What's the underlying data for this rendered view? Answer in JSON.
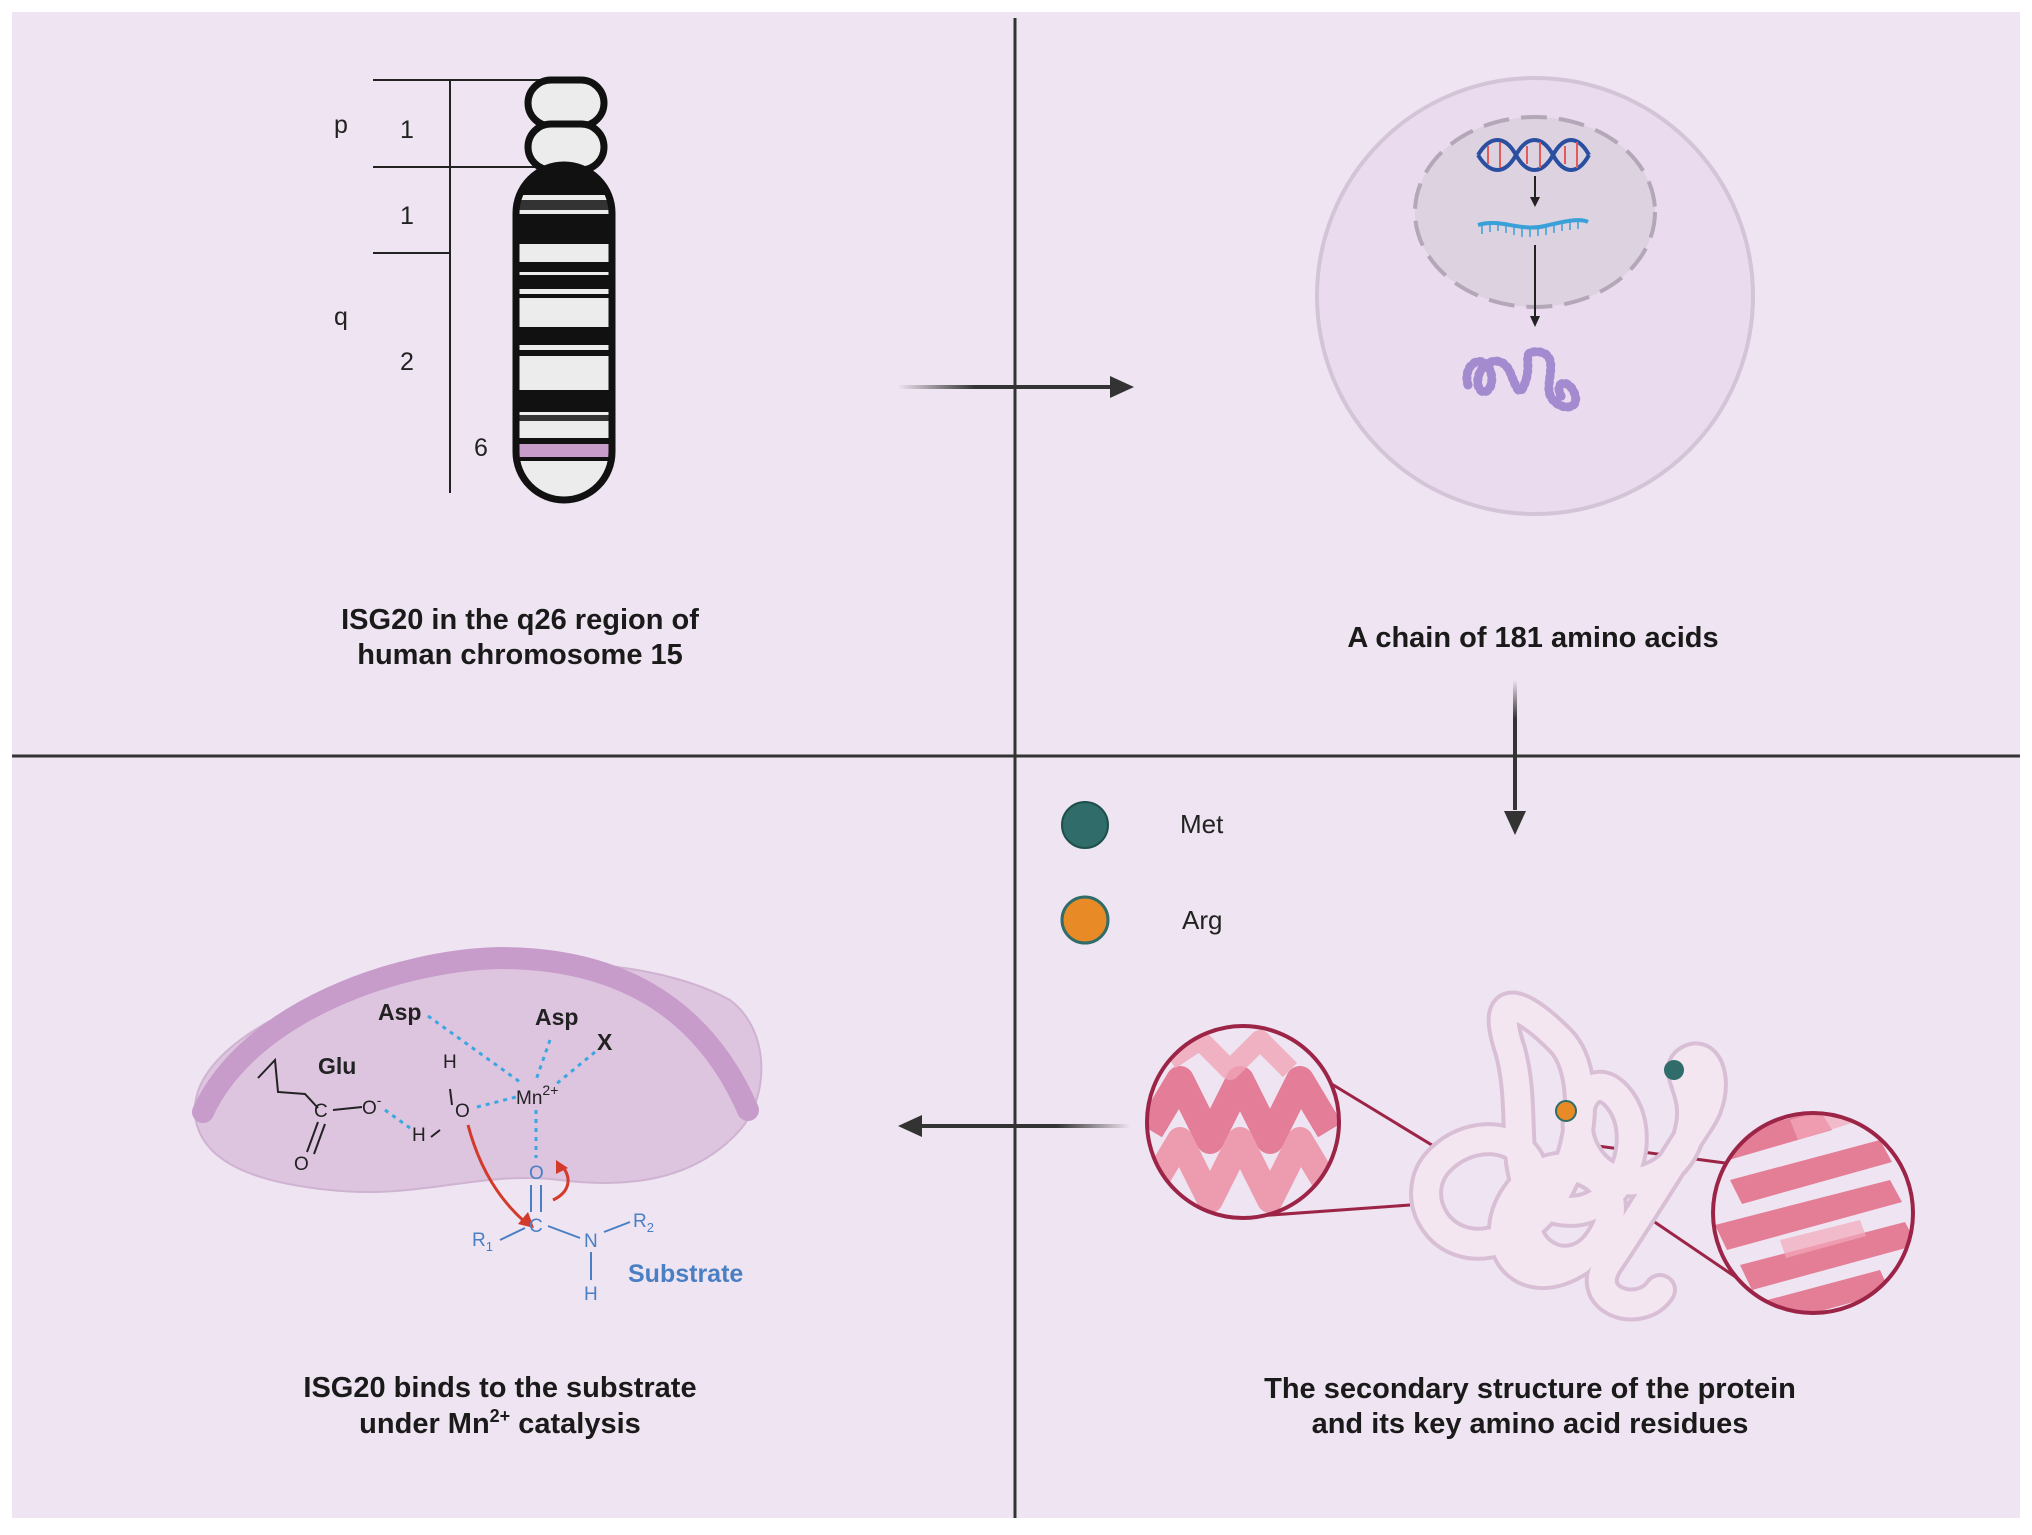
{
  "colors": {
    "background": "#efe4f1",
    "divider": "#333333",
    "accent_purple": "#c79ccb",
    "met_color": "#2f6c6a",
    "arg_color": "#e88a25",
    "helix_pink": "#e26b87",
    "lens_border": "#9c2447",
    "substrate_blue": "#4a7fc4",
    "mechanism_red": "#d23a2a",
    "coordination_blue": "#3aa7e0"
  },
  "panels": {
    "chromosome": {
      "caption_line1": "ISG20 in the q26 region of",
      "caption_line2": "human chromosome 15",
      "arm_p": "p",
      "arm_q": "q",
      "band_p1": "1",
      "band_q1": "1",
      "band_q2": "2",
      "band_6": "6"
    },
    "translation": {
      "caption": "A chain of 181 amino acids"
    },
    "secondary": {
      "caption_line1": "The secondary structure of the protein",
      "caption_line2": "and its key amino acid residues",
      "legend": [
        {
          "label": "Met",
          "color": "#2f6c6a"
        },
        {
          "label": "Arg",
          "color": "#e88a25"
        }
      ]
    },
    "catalysis": {
      "caption_line1": "ISG20 binds to the substrate",
      "caption_line2_pre": "under Mn",
      "caption_line2_sup": "2+",
      "caption_line2_post": " catalysis",
      "residues": {
        "glu": "Glu",
        "asp1": "Asp",
        "asp2": "Asp",
        "x": "X"
      },
      "metal": "Mn",
      "metal_charge": "2+",
      "atoms": {
        "c_glu": "C",
        "o_glu_minus": "O",
        "o_glu_minus_charge": "-",
        "o_glu_double": "O",
        "h_water_top": "H",
        "o_water": "O",
        "h_water_left": "H",
        "o_sub": "O",
        "c_sub": "C",
        "n_sub": "N",
        "h_sub": "H",
        "r1": "R",
        "r1_sub": "1",
        "r2": "R",
        "r2_sub": "2"
      },
      "substrate_label": "Substrate"
    }
  }
}
